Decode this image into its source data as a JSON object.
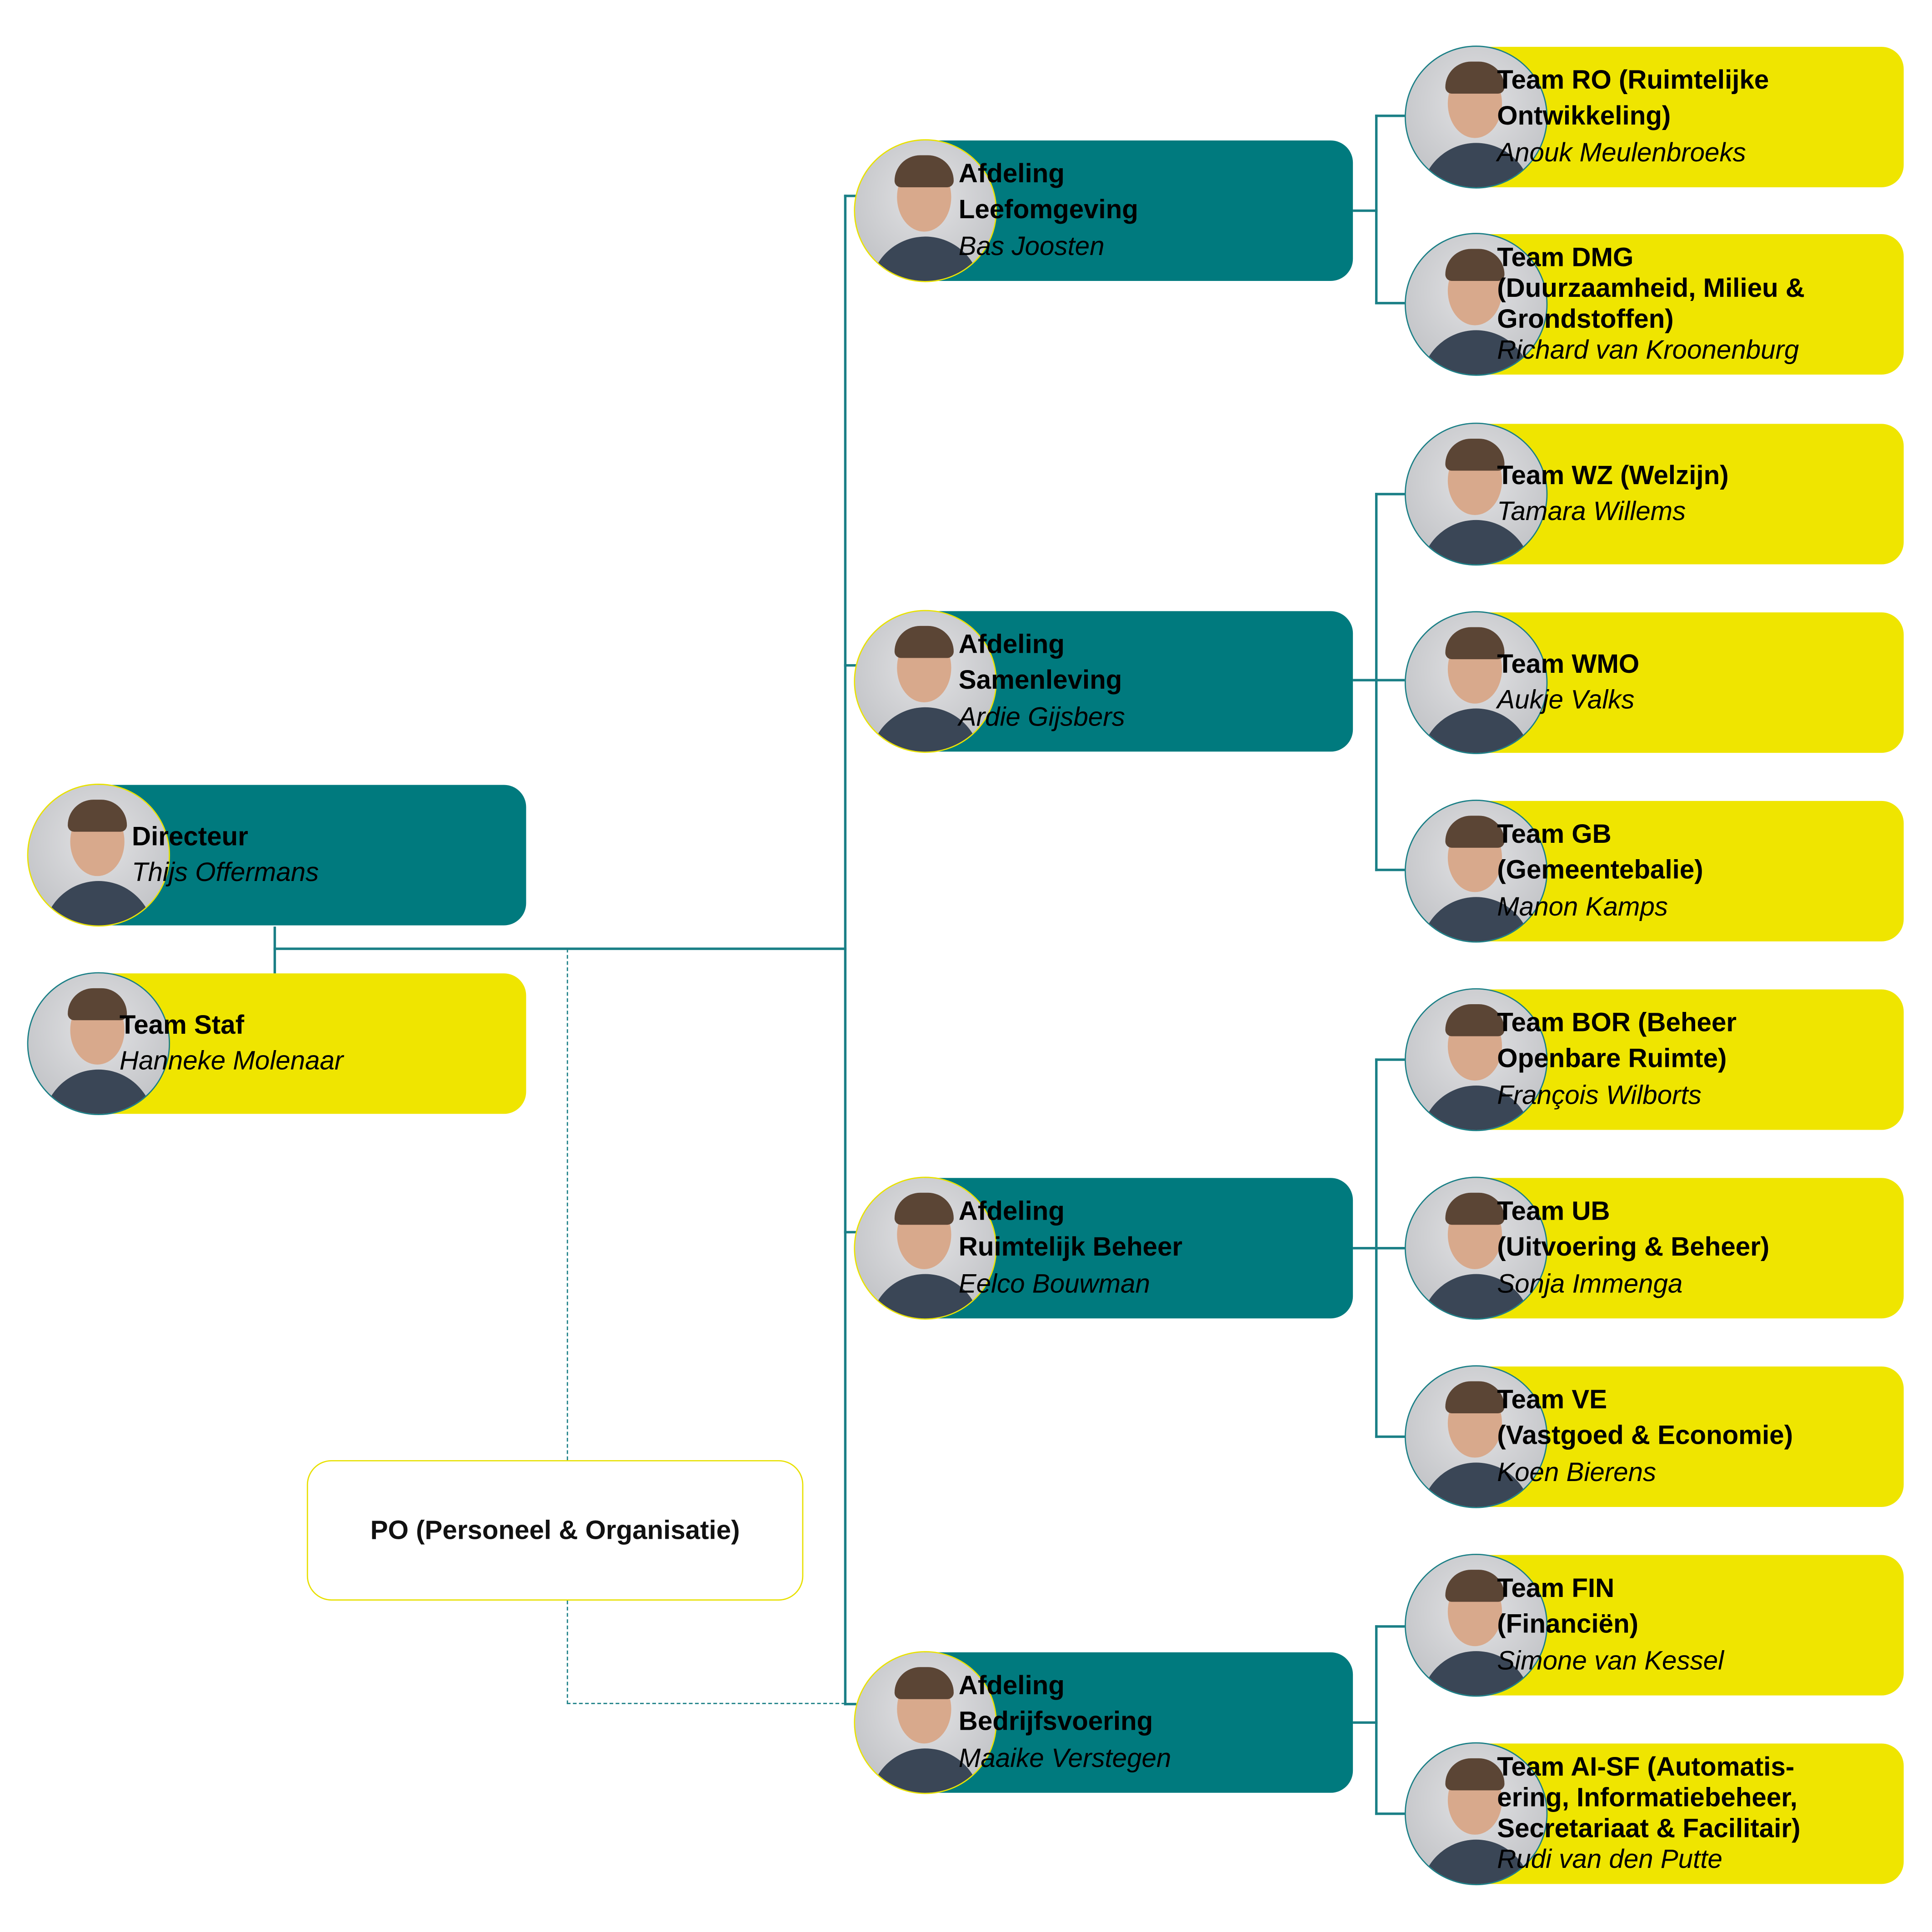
{
  "colors": {
    "teal": "#007a7e",
    "yellow": "#efe500",
    "line": "#1a7f86"
  },
  "director": {
    "title": "Directeur",
    "name": "Thijs Offermans"
  },
  "staff": {
    "title": "Team Staf",
    "name": "Hanneke Molenaar"
  },
  "po": {
    "label": "PO (Personeel & Organisatie)"
  },
  "departments": [
    {
      "title": [
        "Afdeling",
        "Leefomgeving"
      ],
      "name": "Bas Joosten"
    },
    {
      "title": [
        "Afdeling",
        "Samenleving"
      ],
      "name": "Ardie Gijsbers"
    },
    {
      "title": [
        "Afdeling",
        "Ruimtelijk Beheer"
      ],
      "name": "Eelco Bouwman"
    },
    {
      "title": [
        "Afdeling",
        "Bedrijfsvoering"
      ],
      "name": "Maaike Verstegen"
    }
  ],
  "teams": [
    {
      "title": [
        "Team  RO  (Ruimtelijke",
        "Ontwikkeling)"
      ],
      "name": "Anouk Meulenbroeks"
    },
    {
      "title": [
        "Team DMG",
        "(Duurzaamheid, Milieu &",
        "Grondstoffen)"
      ],
      "name": "Richard van Kroonenburg"
    },
    {
      "title": [
        "Team WZ (Welzijn)"
      ],
      "name": "Tamara Willems"
    },
    {
      "title": [
        "Team WMO"
      ],
      "name": "Aukje Valks"
    },
    {
      "title": [
        "Team GB",
        "(Gemeentebalie)"
      ],
      "name": "Manon Kamps"
    },
    {
      "title": [
        "Team BOR (Beheer",
        "Openbare Ruimte)"
      ],
      "name": "François Wilborts"
    },
    {
      "title": [
        "Team UB",
        "(Uitvoering & Beheer)"
      ],
      "name": "Sonja Immenga"
    },
    {
      "title": [
        "Team VE",
        "(Vastgoed & Economie)"
      ],
      "name": "Koen Bierens"
    },
    {
      "title": [
        "Team FIN",
        "(Financiën)"
      ],
      "name": "Simone van Kessel"
    },
    {
      "title": [
        "Team AI-SF (Automatis-",
        "ering, Informatiebeheer,",
        "Secretariaat & Facilitair)"
      ],
      "name": "Rudi van den Putte"
    }
  ]
}
